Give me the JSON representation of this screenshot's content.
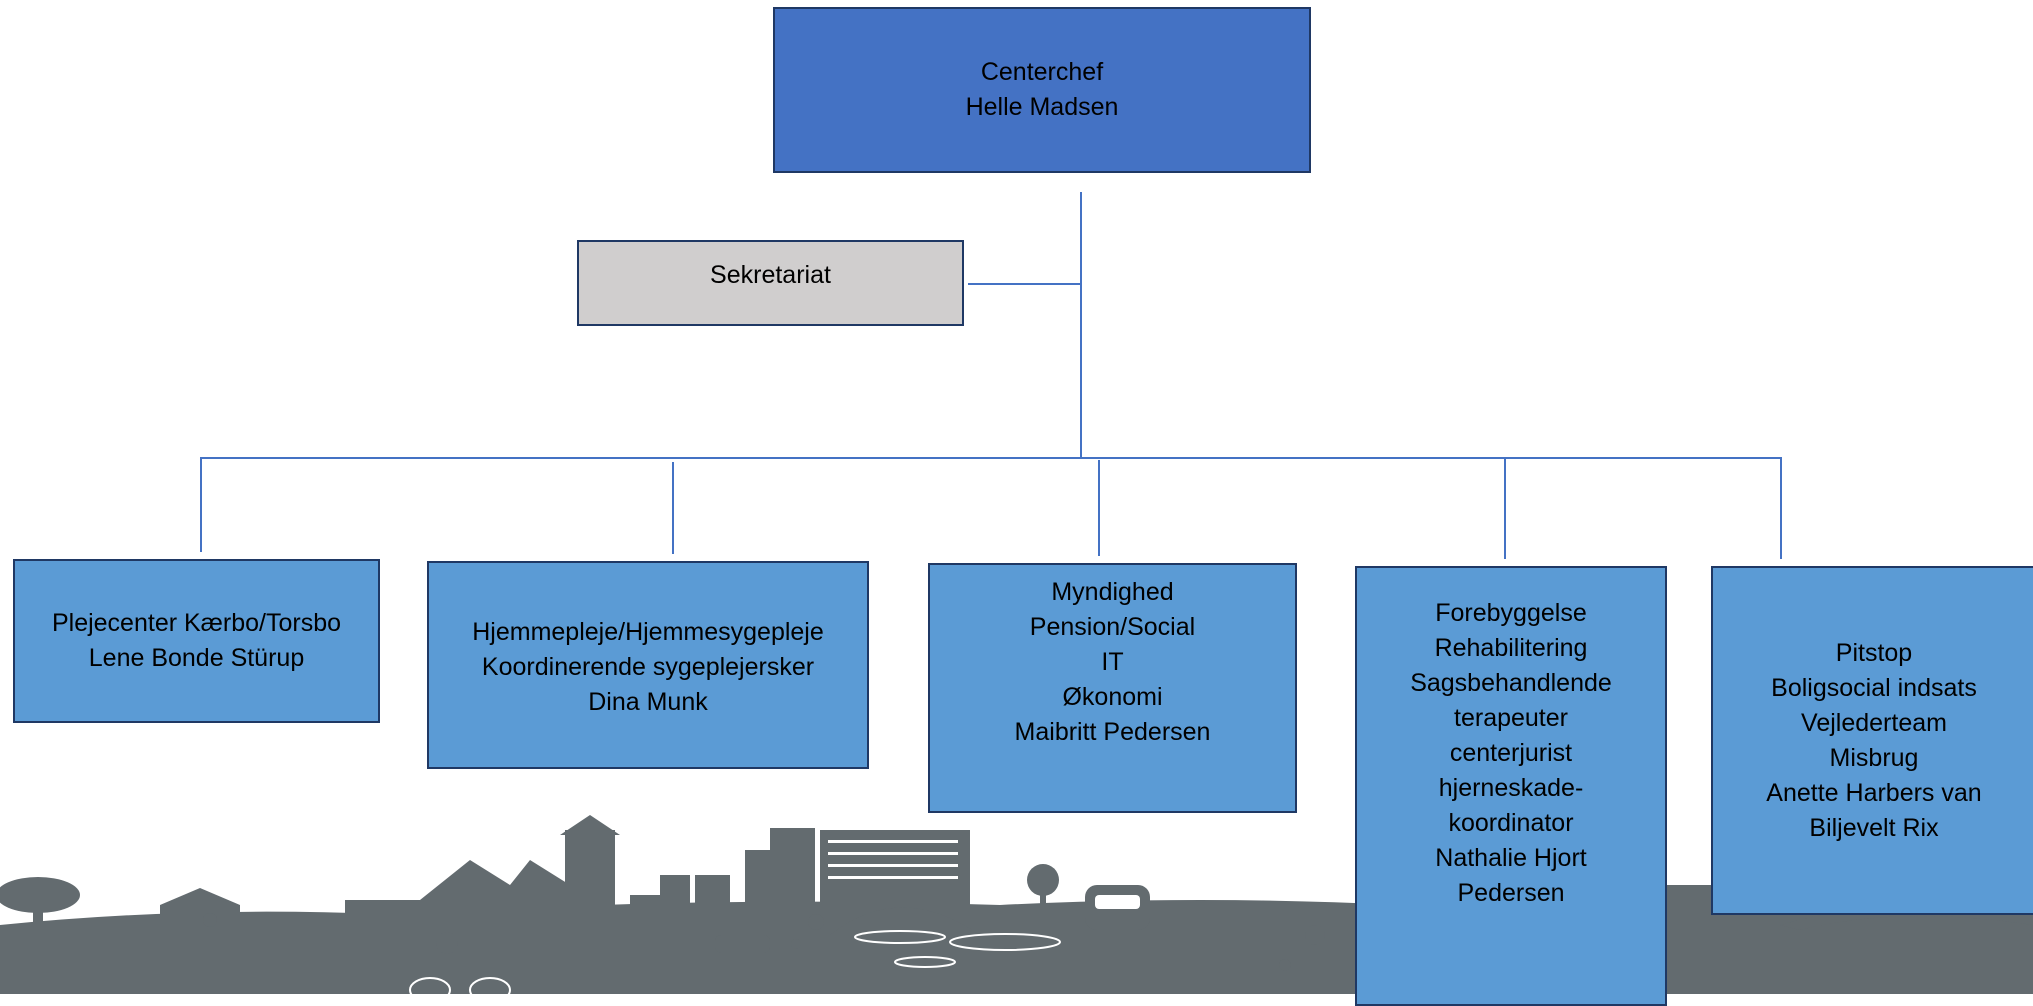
{
  "colors": {
    "top_fill": "#4472c4",
    "unit_fill": "#5b9bd5",
    "secretariat_fill": "#d0cece",
    "border": "#1f3864",
    "connector": "#4472c4",
    "skyline": "#636b6f"
  },
  "top": {
    "lines": [
      "Centerchef",
      "Helle Madsen"
    ]
  },
  "secretariat": {
    "lines": [
      "Sekretariat"
    ]
  },
  "units": [
    {
      "lines": [
        "Plejecenter Kærbo/Torsbo",
        "Lene Bonde Stürup"
      ]
    },
    {
      "lines": [
        "Hjemmepleje/Hjemmesygepleje",
        "Koordinerende sygeplejersker",
        "Dina Munk"
      ]
    },
    {
      "lines": [
        "Myndighed",
        "Pension/Social",
        "IT",
        "Økonomi",
        "Maibritt Pedersen"
      ]
    },
    {
      "lines": [
        "Forebyggelse",
        "Rehabilitering",
        "Sagsbehandlende",
        "terapeuter",
        "centerjurist",
        "hjerneskade-",
        "koordinator",
        "Nathalie Hjort",
        "Pedersen"
      ]
    },
    {
      "lines": [
        "Pitstop",
        "Boligsocial indsats",
        "Vejlederteam",
        "Misbrug",
        "Anette Harbers van",
        "Biljevelt Rix"
      ]
    }
  ],
  "background": {
    "illustration": "city-skyline-silhouette"
  }
}
